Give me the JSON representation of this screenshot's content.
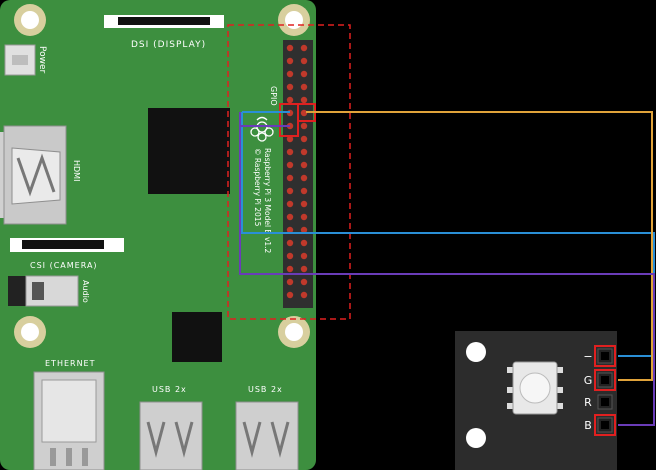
{
  "board": {
    "dsi_label": "DSI (DISPLAY)",
    "power_label": "Power",
    "gpio_label": "GPIO",
    "hdmi_label": "HDMI",
    "csi_label": "CSI (CAMERA)",
    "audio_label": "Audio",
    "ethernet_label": "ETHERNET",
    "usb_label_1": "USB 2x",
    "usb_label_2": "USB 2x",
    "model_line_1": "Raspberry Pi 3 Model B v1.2",
    "model_line_2": "© Raspberry Pi 2015"
  },
  "module": {
    "pins": [
      {
        "label": "−",
        "highlighted": true
      },
      {
        "label": "G",
        "highlighted": true
      },
      {
        "label": "R",
        "highlighted": false
      },
      {
        "label": "B",
        "highlighted": true
      }
    ]
  },
  "wires": {
    "ground_color": "#2a8fd6",
    "green_color": "#e0a33a",
    "blue_color": "#6a3cb8"
  },
  "colors": {
    "board": "#3d8f3f",
    "highlight": "#e02020"
  }
}
